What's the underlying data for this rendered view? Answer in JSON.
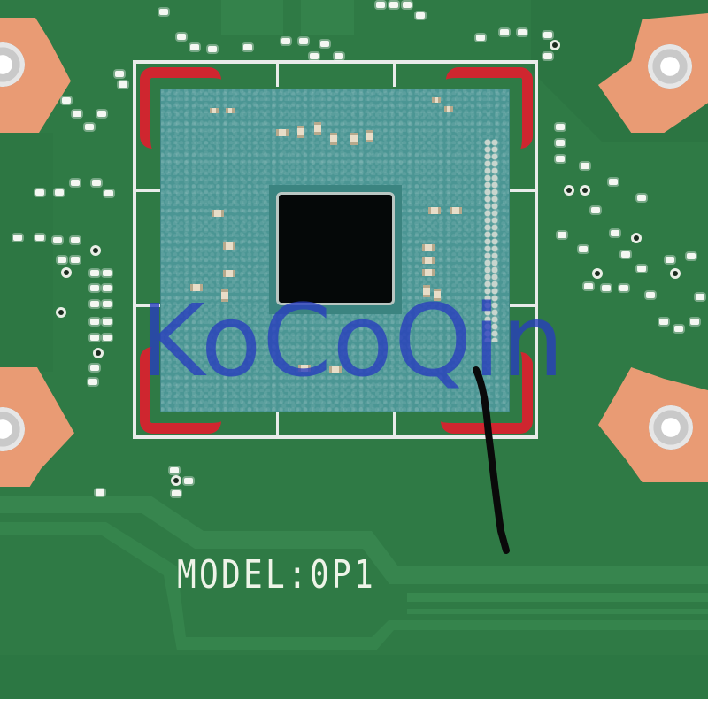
{
  "image": {
    "subject": "laptop motherboard close-up",
    "watermark_text": "KoCoQin",
    "silkscreen_label": "MODEL:0P1",
    "components": {
      "main_chip": "BGA processor with black die",
      "corner_glue_brackets": 4,
      "mounting_pads": 4
    },
    "colors": {
      "pcb_green": "#2f7a45",
      "pcb_trace_green": "#3a8a52",
      "chip_substrate": "#4b9694",
      "die": "#050808",
      "glue_red": "#d8222e",
      "copper_pad": "#e99b74",
      "watermark_blue": "#283cbe",
      "silkscreen_white": "#eef4e8"
    }
  }
}
